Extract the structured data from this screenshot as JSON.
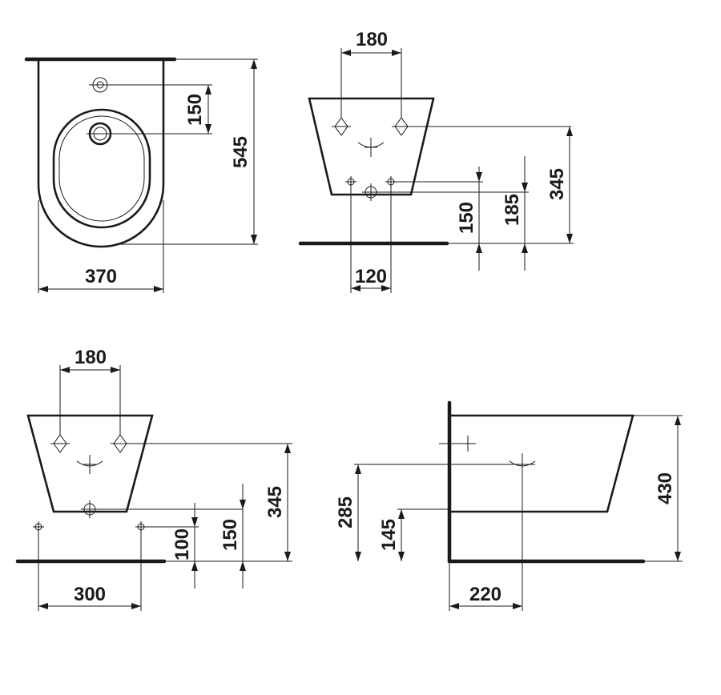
{
  "views": {
    "top": {
      "width": "370",
      "depth": "545",
      "tap_offset": "150"
    },
    "rear_upper": {
      "fixing_spacing": "180",
      "fixing_height": "345",
      "drain_spacing": "120",
      "dim_150": "150",
      "dim_185": "185"
    },
    "rear_lower": {
      "fixing_spacing": "180",
      "fixing_height": "345",
      "supply_spacing": "300",
      "dim_100": "100",
      "dim_150": "150"
    },
    "side": {
      "projection": "220",
      "height": "430",
      "drain_height": "285",
      "waste_height": "145"
    }
  }
}
